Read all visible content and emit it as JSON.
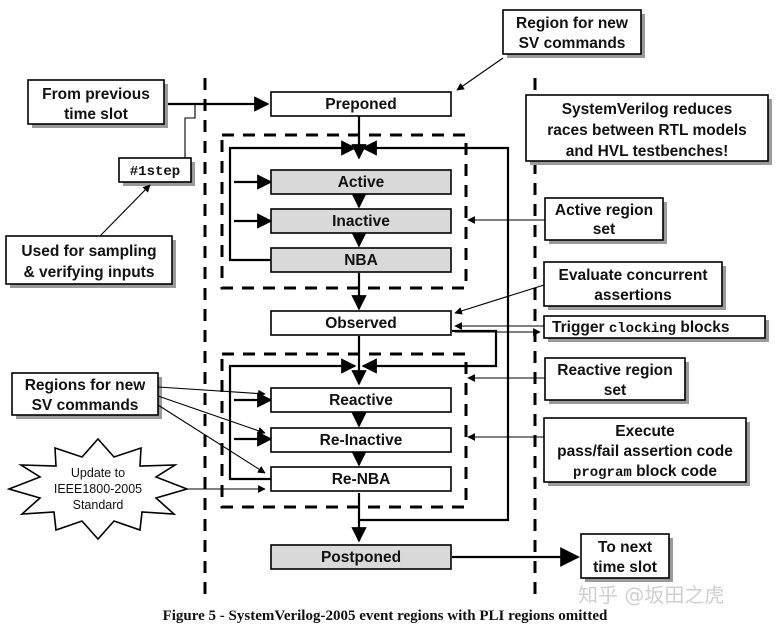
{
  "regions": {
    "preponed": "Preponed",
    "active": "Active",
    "inactive": "Inactive",
    "nba": "NBA",
    "observed": "Observed",
    "reactive": "Reactive",
    "re_inactive": "Re-Inactive",
    "re_nba": "Re-NBA",
    "postponed": "Postponed"
  },
  "notes": {
    "region_new_sv_top": [
      "Region for new",
      "SV commands"
    ],
    "from_previous": [
      "From previous",
      "time slot"
    ],
    "step": "#1step",
    "sv_reduces": [
      "SystemVerilog reduces",
      "races between RTL models",
      "and HVL testbenches!"
    ],
    "active_region_set": [
      "Active region",
      "set"
    ],
    "used_for_sampling": [
      "Used for sampling",
      "& verifying inputs"
    ],
    "evaluate_assertions": [
      "Evaluate concurrent",
      "assertions"
    ],
    "trigger_prefix": "Trigger ",
    "trigger_code": "clocking",
    "trigger_suffix": " blocks",
    "regions_new_sv_left": [
      "Regions for new",
      "SV commands"
    ],
    "reactive_region_set": [
      "Reactive region",
      "set"
    ],
    "update_star": [
      "Update to",
      "IEEE1800-2005",
      "Standard"
    ],
    "execute_title": "Execute",
    "execute_line2": "pass/fail assertion code",
    "execute_code": "program",
    "execute_suffix": " block code",
    "to_next": [
      "To next",
      "time slot"
    ]
  },
  "caption": "Figure 5 - SystemVerilog-2005 event regions with PLI regions omitted",
  "watermark": "知乎 @坂田之虎"
}
